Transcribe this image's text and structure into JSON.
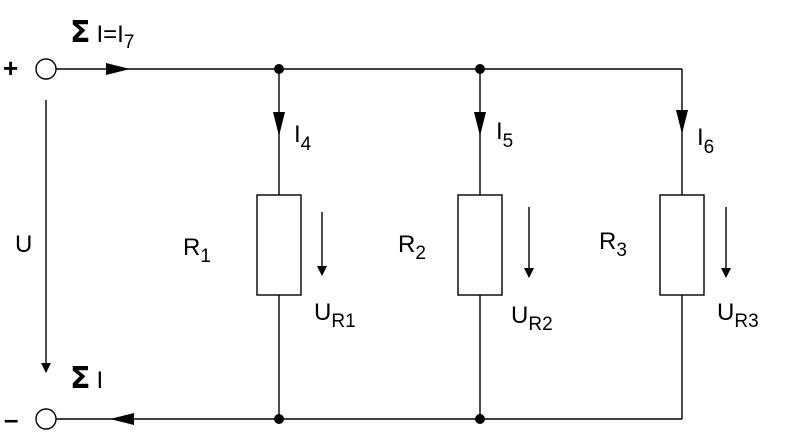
{
  "terminals": {
    "plus": "+",
    "minus": "–"
  },
  "currents": {
    "sum_top": {
      "sigma": "Σ",
      "text": "I=I",
      "sub": "7"
    },
    "sum_bottom": {
      "sigma": "Σ",
      "text": "I"
    },
    "i4": {
      "text": "I",
      "sub": "4"
    },
    "i5": {
      "text": "I",
      "sub": "5"
    },
    "i6": {
      "text": "I",
      "sub": "6"
    }
  },
  "voltage": {
    "source": "U"
  },
  "resistors": [
    {
      "text": "R",
      "sub": "1",
      "drop_text": "U",
      "drop_sub": "R1"
    },
    {
      "text": "R",
      "sub": "2",
      "drop_text": "U",
      "drop_sub": "R2"
    },
    {
      "text": "R",
      "sub": "3",
      "drop_text": "U",
      "drop_sub": "R3"
    }
  ]
}
